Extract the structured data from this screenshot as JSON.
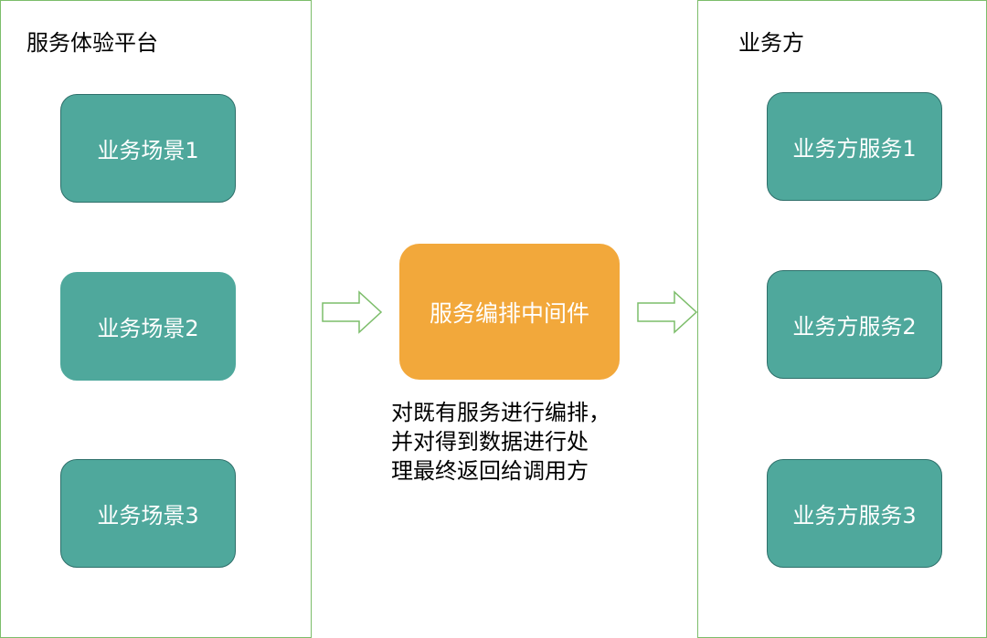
{
  "left_panel": {
    "title": "服务体验平台",
    "nodes": [
      "业务场景1",
      "业务场景2",
      "业务场景3"
    ]
  },
  "middle": {
    "node": "服务编排中间件",
    "description": [
      "对既有服务进行编排，",
      "并对得到数据进行处",
      "理最终返回给调用方"
    ]
  },
  "right_panel": {
    "title": "业务方",
    "nodes": [
      "业务方服务1",
      "业务方服务2",
      "业务方服务3"
    ]
  },
  "colors": {
    "panel_border": "#7cbd6a",
    "node_fill": "#4fa89c",
    "node_border": "#2e6f6a",
    "middleware_fill": "#f2a83b",
    "arrow_stroke": "#7cbd6a"
  }
}
